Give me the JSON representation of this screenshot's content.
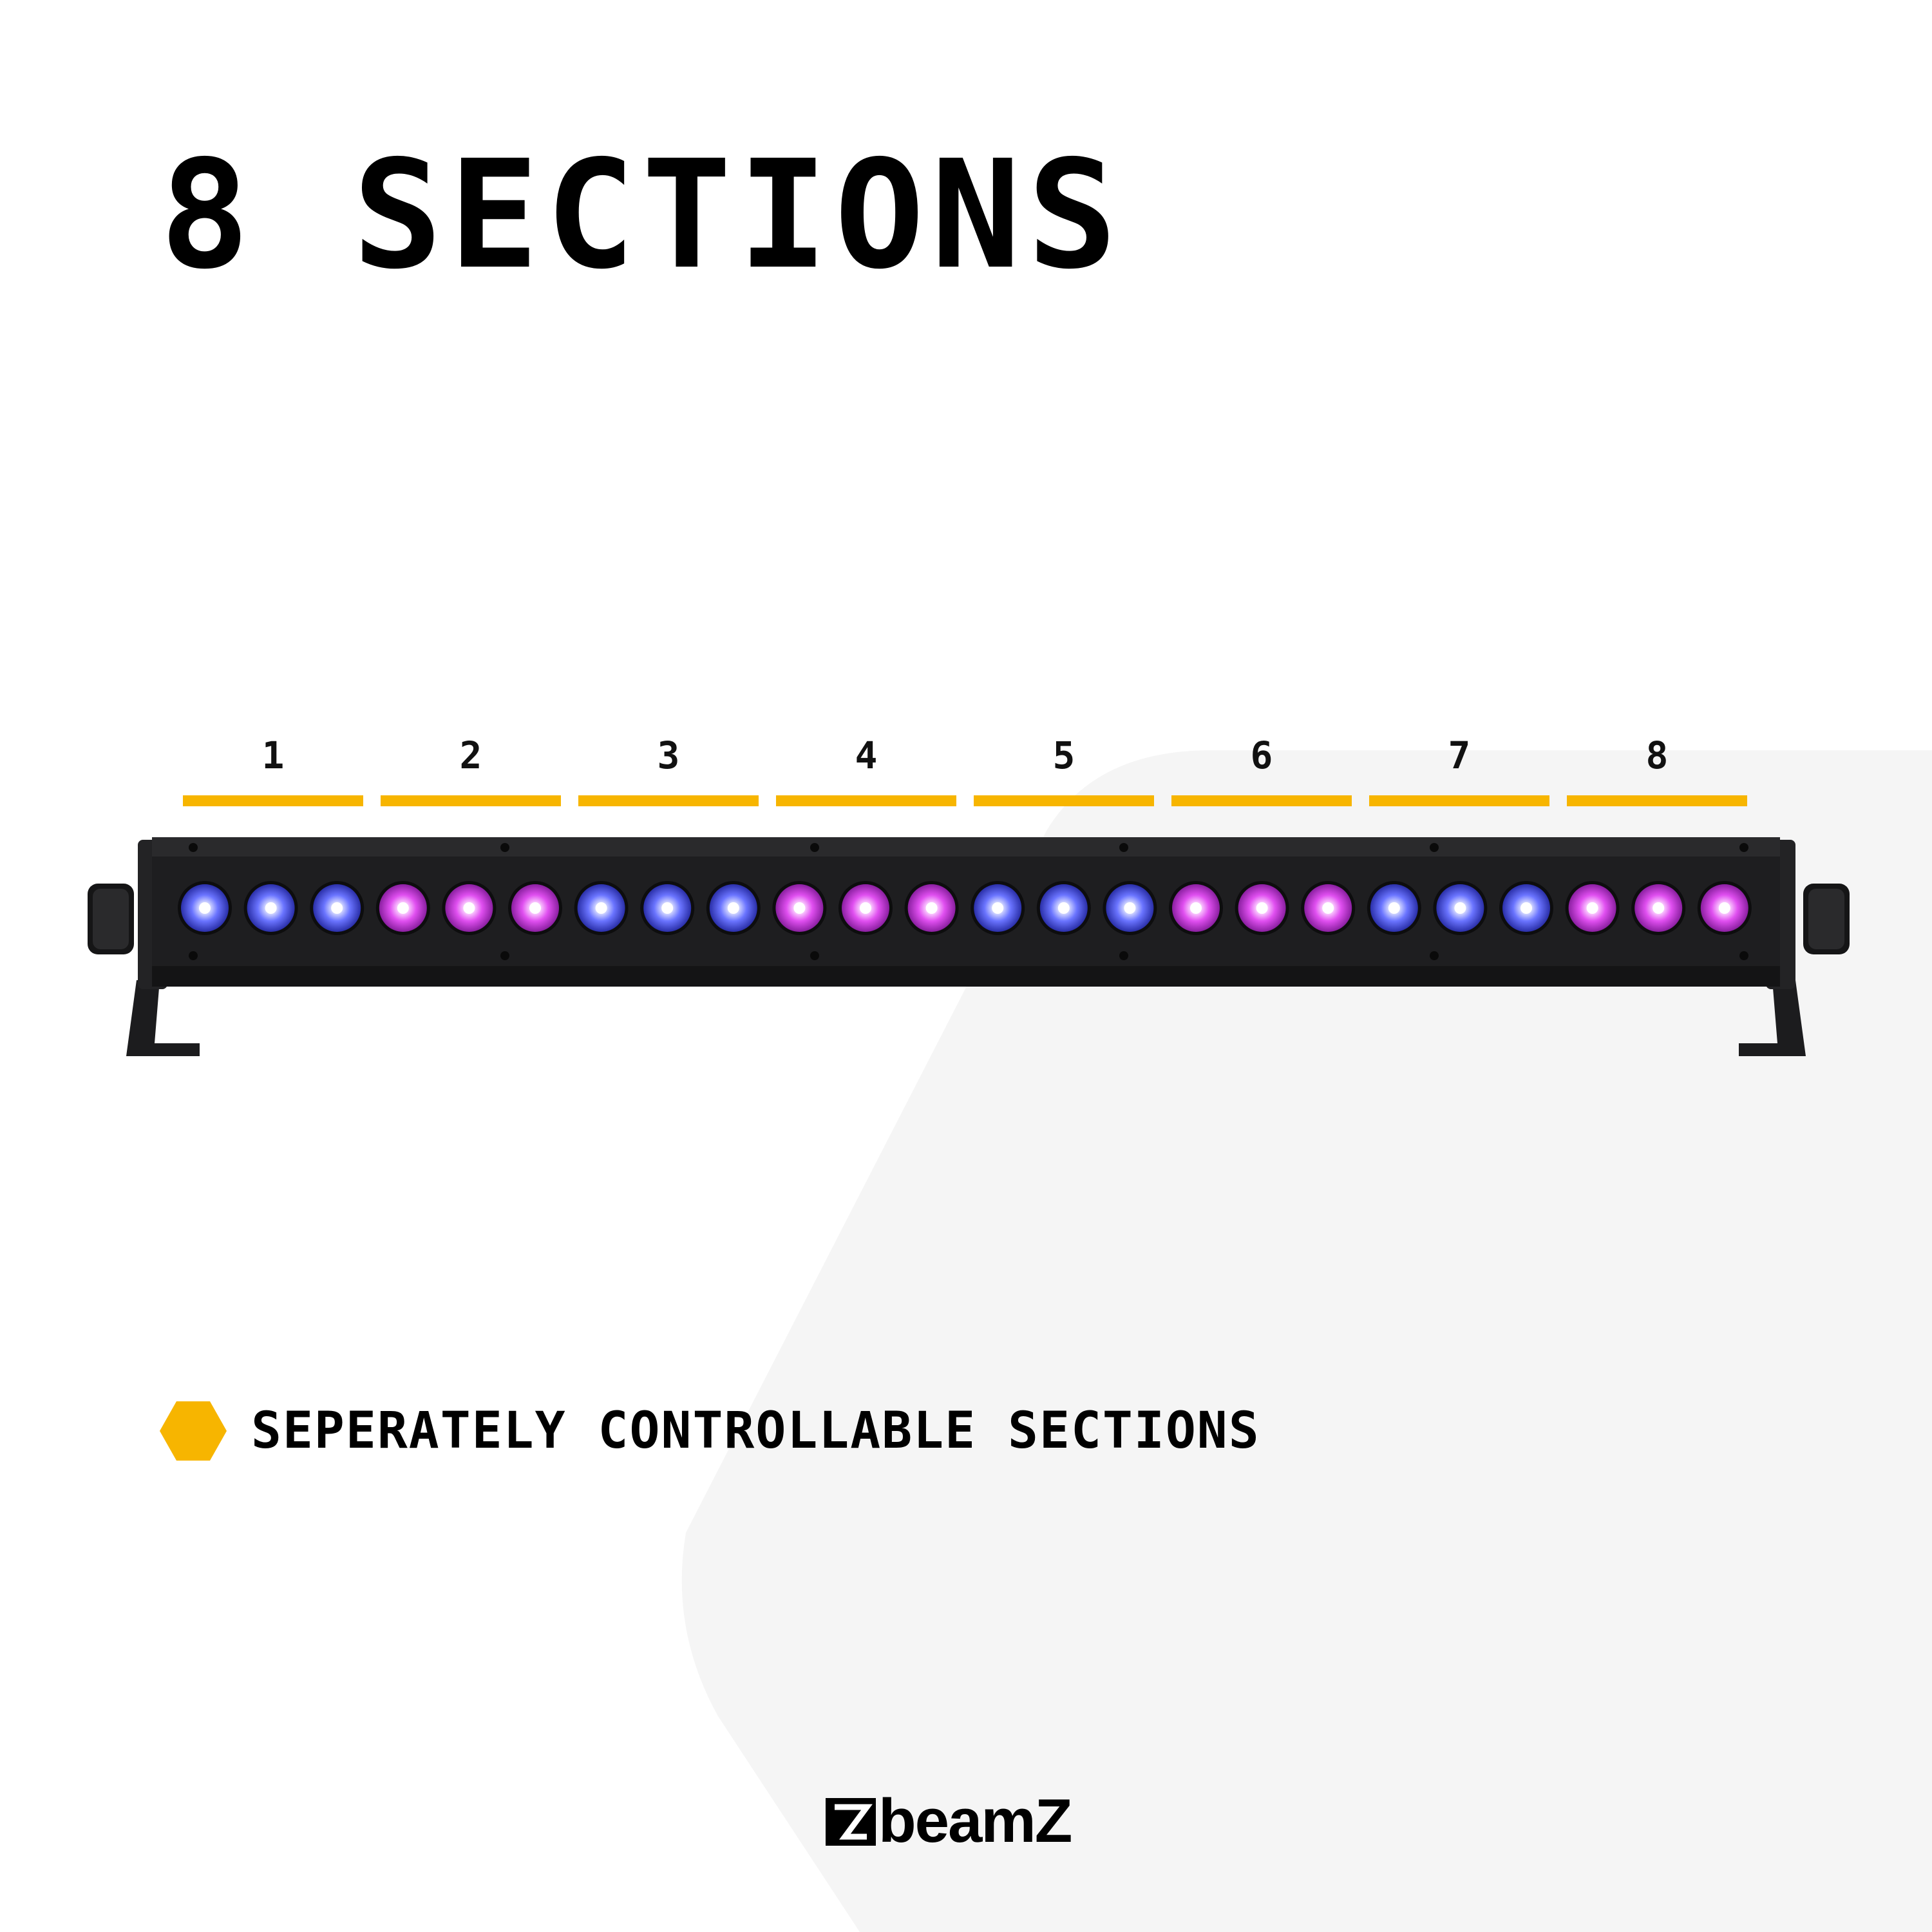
{
  "title": "8 SECTIONS",
  "sections": [
    {
      "label": "1",
      "led_colors": [
        "#6070ff",
        "#6070ff",
        "#6070ff"
      ]
    },
    {
      "label": "2",
      "led_colors": [
        "#e050ee",
        "#e050ee",
        "#e050ee"
      ]
    },
    {
      "label": "3",
      "led_colors": [
        "#6070ff",
        "#6070ff",
        "#6070ff"
      ]
    },
    {
      "label": "4",
      "led_colors": [
        "#e050ee",
        "#e050ee",
        "#e050ee"
      ]
    },
    {
      "label": "5",
      "led_colors": [
        "#6070ff",
        "#6070ff",
        "#6070ff"
      ]
    },
    {
      "label": "6",
      "led_colors": [
        "#e050ee",
        "#e050ee",
        "#e050ee"
      ]
    },
    {
      "label": "7",
      "led_colors": [
        "#6070ff",
        "#6070ff",
        "#6070ff"
      ]
    },
    {
      "label": "8",
      "led_colors": [
        "#e050ee",
        "#e050ee",
        "#e050ee"
      ]
    }
  ],
  "feature": {
    "text": "SEPERATELY CONTROLLABLE SECTIONS"
  },
  "brand": {
    "name": "beamZ"
  },
  "colors": {
    "accent": "#f7b500",
    "led_blue": "#6070ff",
    "led_pink": "#e050ee",
    "fixture_body": "#1e1e20",
    "background_shape": "#f5f5f5"
  }
}
